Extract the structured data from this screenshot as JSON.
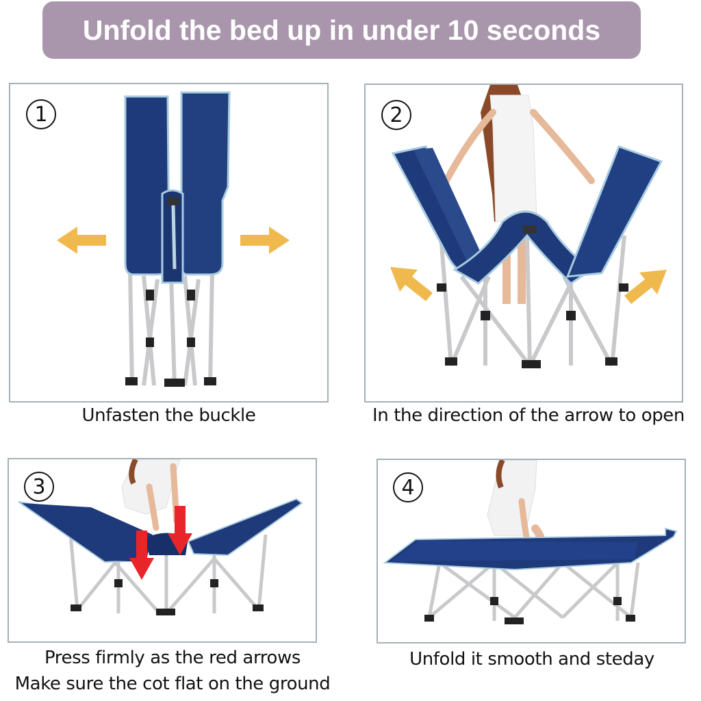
{
  "header": {
    "title": "Unfold the bed up in under 10 seconds",
    "background_color": "#a996ac",
    "text_color": "#ffffff"
  },
  "steps": [
    {
      "number": "1",
      "badge": "①",
      "caption": "Unfasten the buckle",
      "illustration": "folded-cot-standing-upright",
      "arrows": [
        "left-arrow",
        "right-arrow"
      ],
      "arrow_color": "#f0b94e"
    },
    {
      "number": "2",
      "badge": "②",
      "caption": "In the direction of the arrow to open",
      "illustration": "cot-half-open-v-shape",
      "arrows": [
        "up-left-arrow",
        "up-right-arrow"
      ],
      "arrow_color": "#f0b94e"
    },
    {
      "number": "3",
      "badge": "③",
      "caption_lines": [
        "Press firmly as the red arrows",
        "Make sure the cot flat on the ground"
      ],
      "illustration": "cot-opened-press-center",
      "arrows": [
        "down-arrow",
        "down-arrow"
      ],
      "arrow_color": "#e8262a"
    },
    {
      "number": "4",
      "badge": "④",
      "caption": "Unfold it smooth and steday",
      "illustration": "cot-fully-flat",
      "arrows": []
    }
  ],
  "colors": {
    "fabric": "#1f3a7a",
    "fabric_trim": "#a8cbe0",
    "frame": "#c9c9cc",
    "panel_border": "#a4b1b6"
  }
}
